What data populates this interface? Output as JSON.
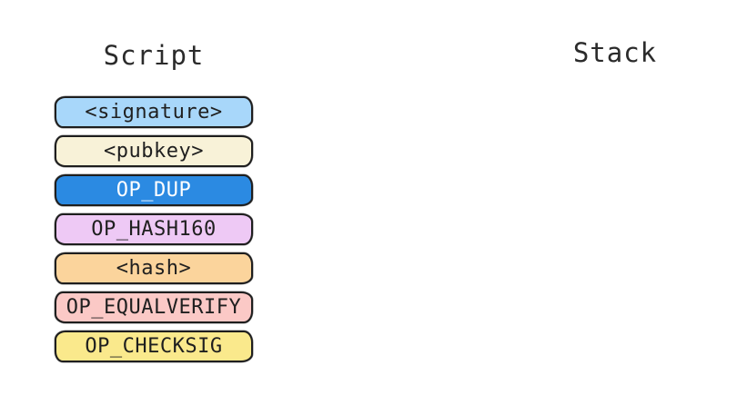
{
  "titles": {
    "script": "Script",
    "stack": "Stack"
  },
  "script_items": [
    {
      "label": "<signature>",
      "bg": "#a8d7fa",
      "text_color": "#1f1f1f"
    },
    {
      "label": "<pubkey>",
      "bg": "#f8f2d8",
      "text_color": "#1f1f1f"
    },
    {
      "label": "OP_DUP",
      "bg": "#2b8ae2",
      "text_color": "#ffffff"
    },
    {
      "label": "OP_HASH160",
      "bg": "#eec9f5",
      "text_color": "#1f1f1f"
    },
    {
      "label": "<hash>",
      "bg": "#fbd49c",
      "text_color": "#1f1f1f"
    },
    {
      "label": "OP_EQUALVERIFY",
      "bg": "#fbc9c6",
      "text_color": "#1f1f1f"
    },
    {
      "label": "OP_CHECKSIG",
      "bg": "#fae98c",
      "text_color": "#1f1f1f"
    }
  ],
  "stack_items": [],
  "colors": {
    "background": "#ffffff",
    "box_border": "#1e1e1e",
    "title_text": "#2b2b2b"
  }
}
